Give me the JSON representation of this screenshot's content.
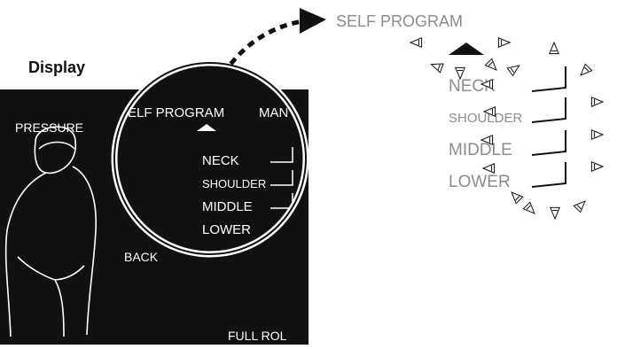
{
  "display_label": "Display",
  "panel": {
    "pressure": "PRESSURE",
    "self_program": "SELF PROGRAM",
    "manual_partial": "MAN",
    "back_partial": "BACK",
    "full_roll_partial": "FULL ROL",
    "rows": [
      "NECK",
      "SHOULDER",
      "MIDDLE",
      "LOWER"
    ]
  },
  "callout": {
    "title": "SELF PROGRAM",
    "rows": [
      "NECK",
      "SHOULDER",
      "MIDDLE",
      "LOWER"
    ]
  },
  "colors": {
    "panel_bg": "#111111",
    "panel_text": "#ffffff",
    "callout_text": "#8c8c8c",
    "ink": "#111111"
  }
}
